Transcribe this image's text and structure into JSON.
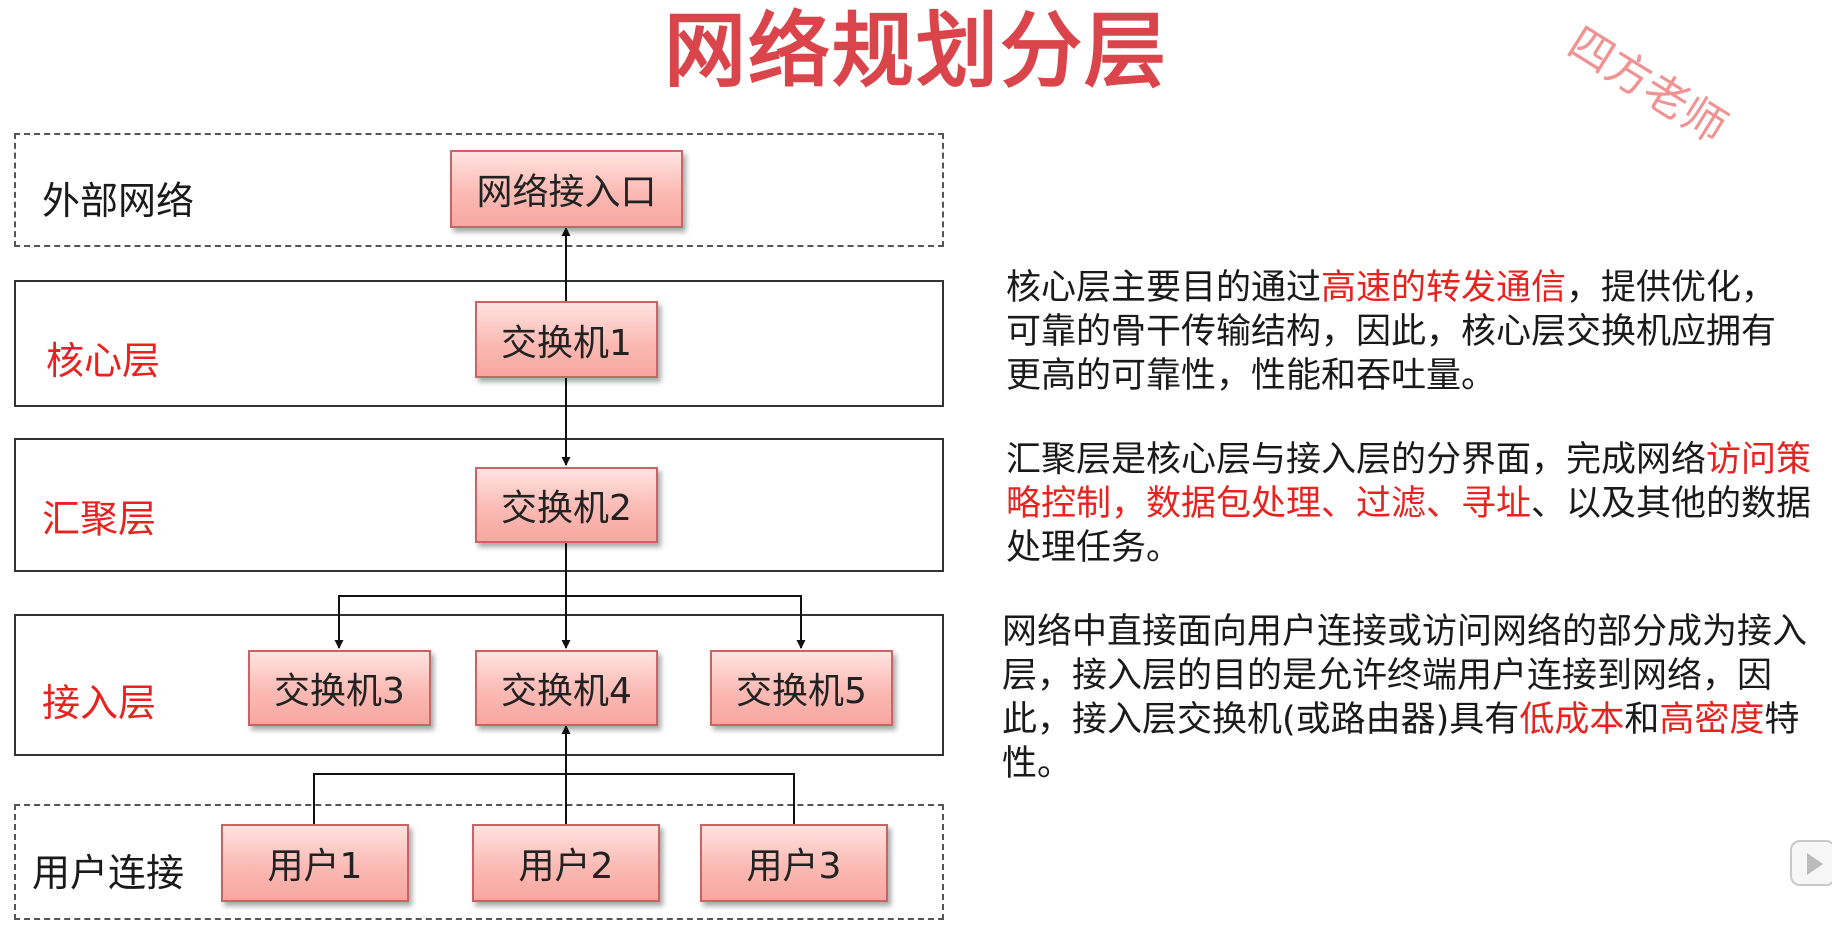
{
  "title": "网络规划分层",
  "watermark": "四方老师",
  "layers": {
    "external": "外部网络",
    "core": "核心层",
    "aggregation": "汇聚层",
    "access": "接入层",
    "users": "用户连接"
  },
  "nodes": {
    "gateway": "网络接入口",
    "switch1": "交换机1",
    "switch2": "交换机2",
    "switch3": "交换机3",
    "switch4": "交换机4",
    "switch5": "交换机5",
    "user1": "用户1",
    "user2": "用户2",
    "user3": "用户3"
  },
  "descriptions": {
    "core": {
      "p1": "核心层主要目的通过",
      "h1": "高速的转发通信",
      "p2": "，提供优化，可靠的骨干传输结构，因此，核心层交换机应拥有更高的可靠性，性能和吞吐量。"
    },
    "aggregation": {
      "p1": "汇聚层是核心层与接入层的分界面，完成网络",
      "h1": "访问策略控制，数据包处理、过滤、寻址",
      "p2": "、以及其他的数据处理任务。"
    },
    "access": {
      "p1": "网络中直接面向用户连接或访问网络的部分成为接入层，接入层的目的是允许终端用户连接到网络，因此，接入层交换机(或路由器)具有",
      "h1": "低成本",
      "p2": "和",
      "h2": "高密度",
      "p3": "特性。"
    }
  },
  "colors": {
    "title": "#d9454a",
    "highlight": "#e8231f",
    "node_border": "#c76464",
    "node_fill": "#f9b7b0"
  }
}
